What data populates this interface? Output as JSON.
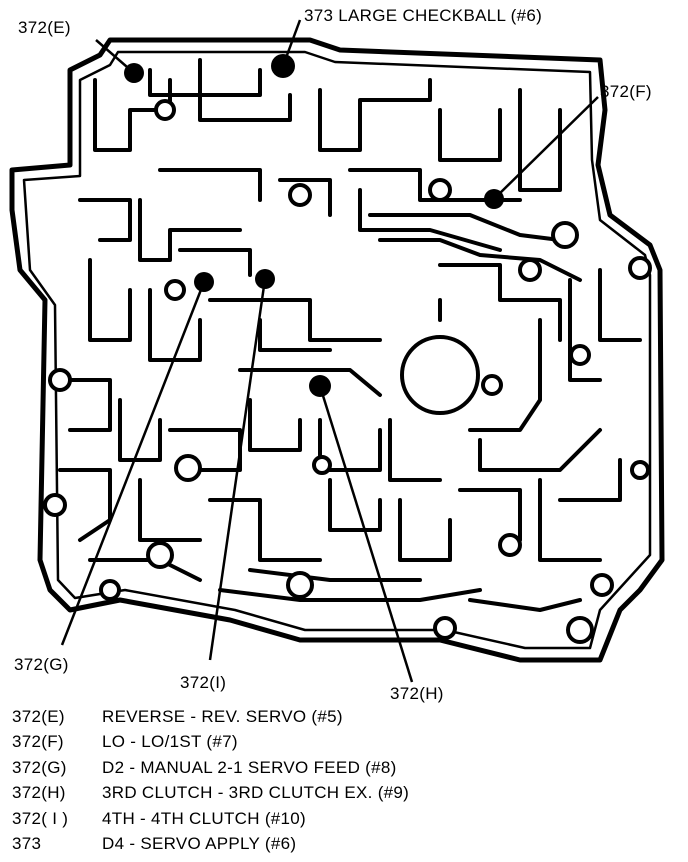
{
  "callouts": {
    "e": "372(E)",
    "large_checkball": "373 LARGE CHECKBALL (#6)",
    "f": "372(F)",
    "g": "372(G)",
    "i": "372(I)",
    "h": "372(H)"
  },
  "legend": [
    {
      "code": "372(E)",
      "desc": "REVERSE - REV. SERVO (#5)"
    },
    {
      "code": "372(F)",
      "desc": "LO - LO/1ST (#7)"
    },
    {
      "code": "372(G)",
      "desc": "D2 - MANUAL 2-1 SERVO FEED (#8)"
    },
    {
      "code": "372(H)",
      "desc": "3RD CLUTCH - 3RD CLUTCH EX. (#9)"
    },
    {
      "code": "372( I )",
      "desc": "4TH - 4TH CLUTCH (#10)"
    },
    {
      "code": "373",
      "desc": "D4 - SERVO APPLY (#6)"
    }
  ]
}
